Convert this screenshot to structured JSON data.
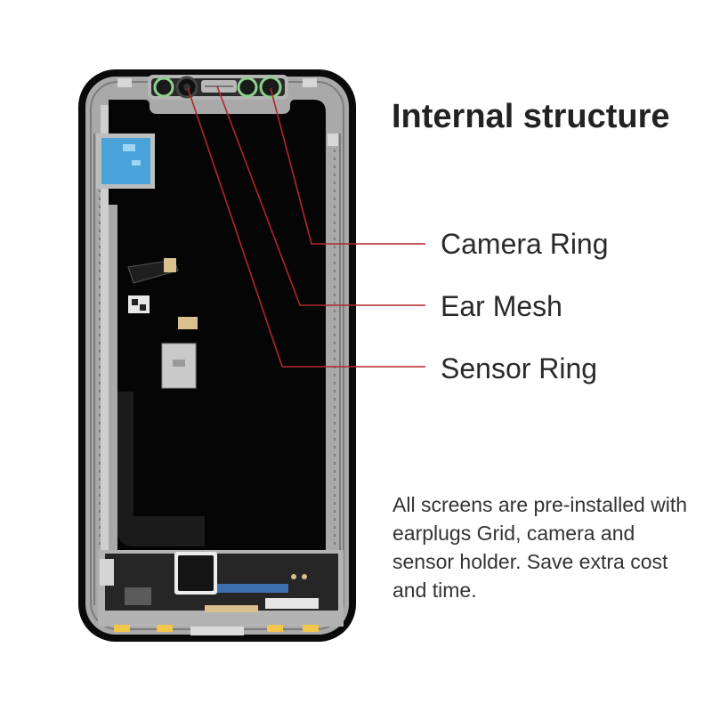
{
  "heading": "Internal structure",
  "callouts": [
    {
      "label": "Camera Ring"
    },
    {
      "label": "Ear Mesh"
    },
    {
      "label": "Sensor Ring"
    }
  ],
  "description": "All screens are pre-installed with earplugs Grid, camera and sensor holder. Save extra cost and time.",
  "colors": {
    "leader_line": "#b3262a",
    "frame": "#9a9a9a",
    "screen": "#060606",
    "sticker": "#4aa3d8",
    "connector": "#d8c090",
    "ring": "#8fd18f"
  }
}
